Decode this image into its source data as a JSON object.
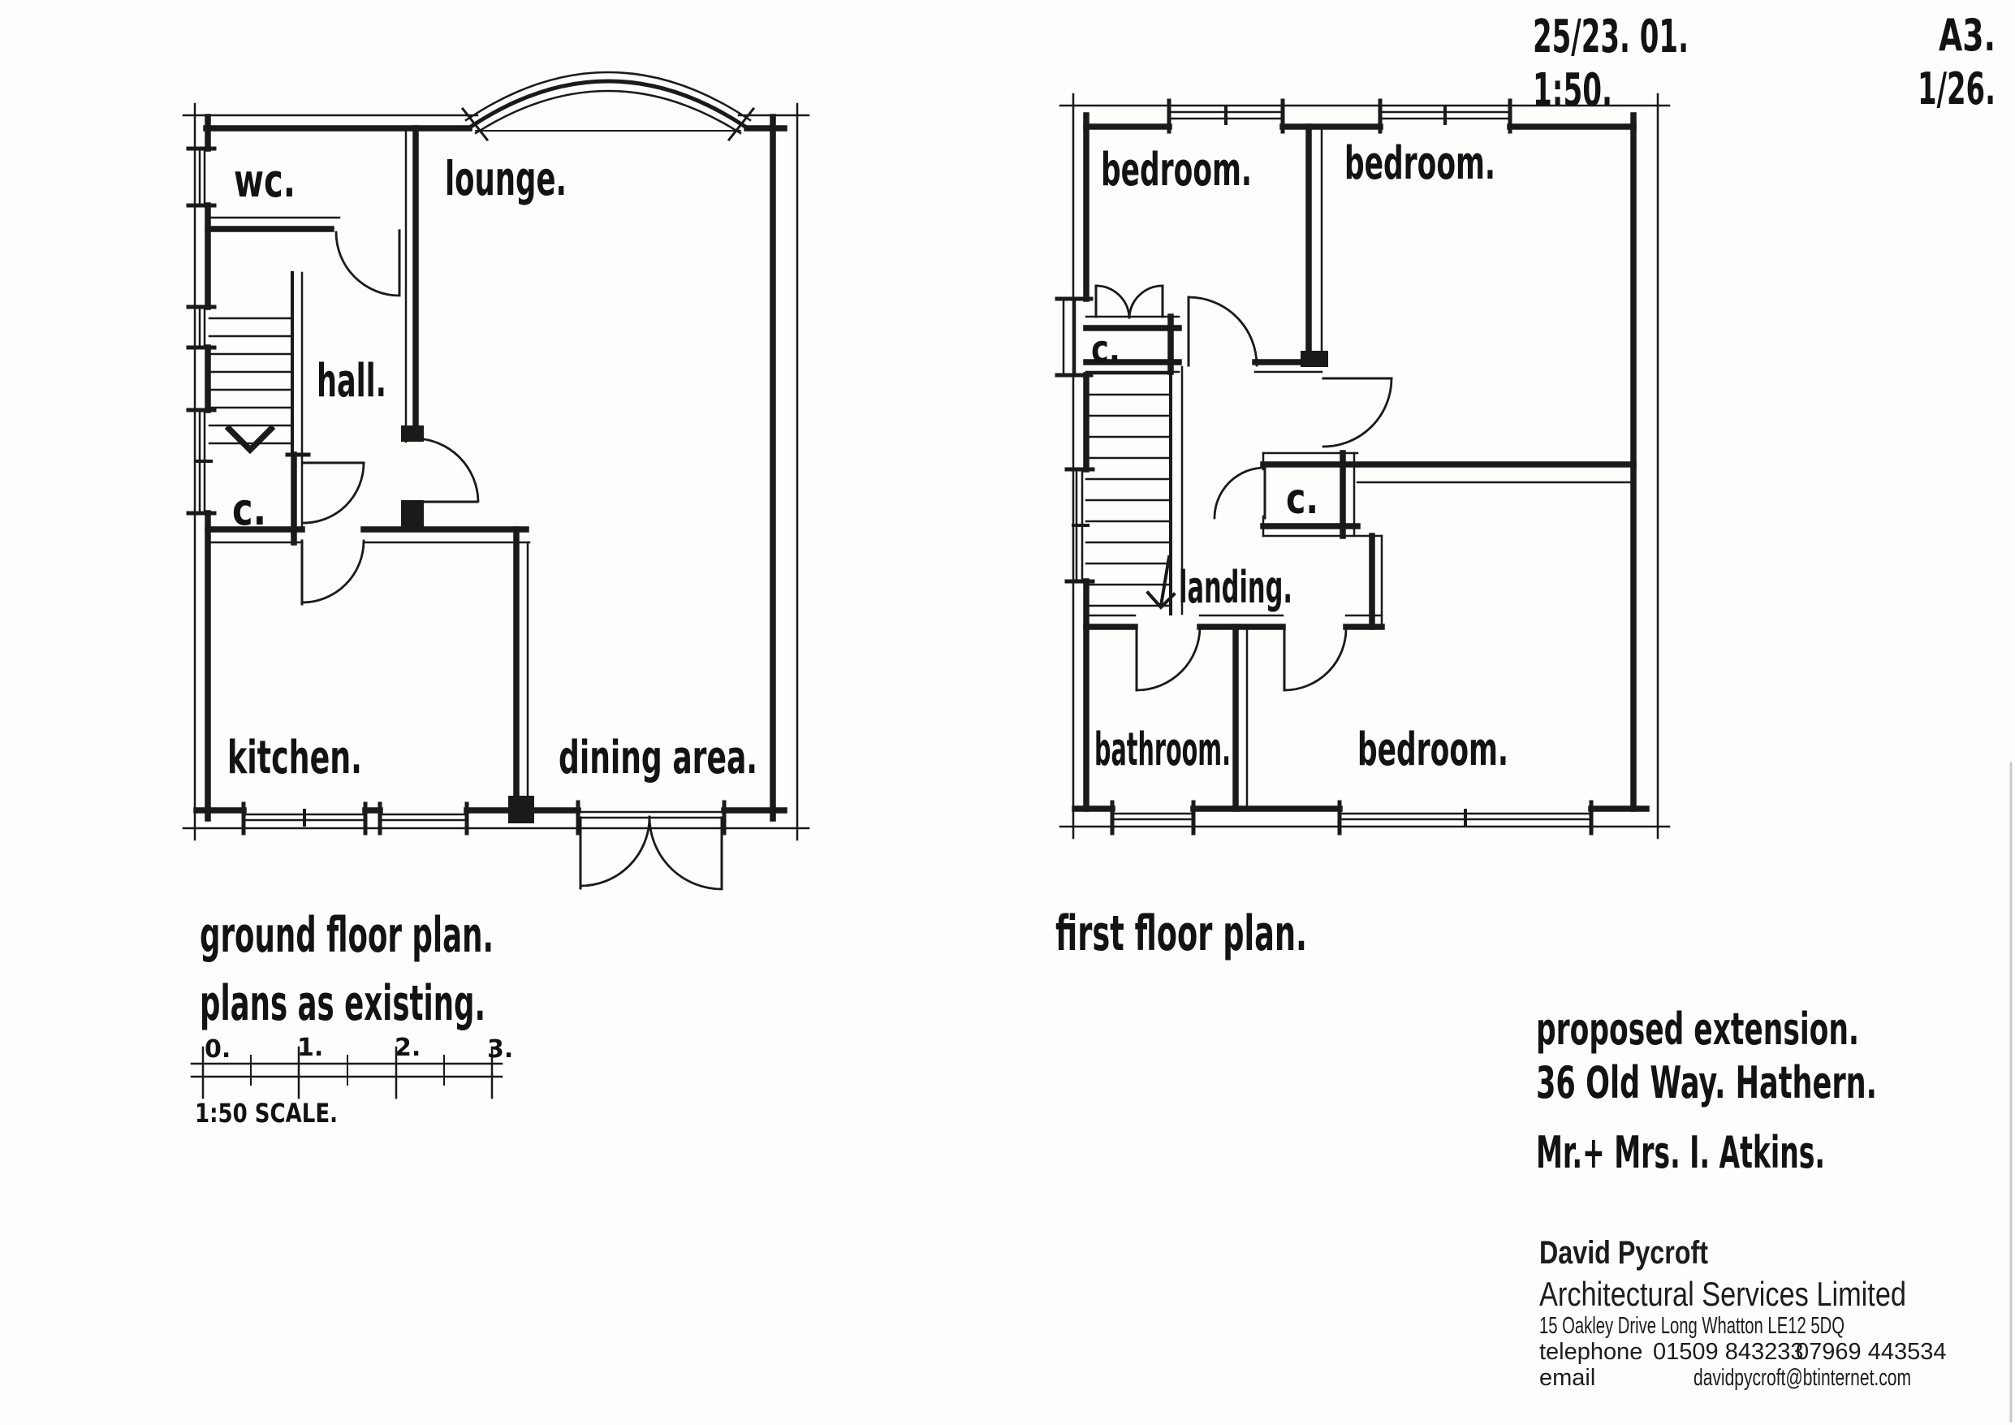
{
  "header": {
    "ref": "25/23. 01.",
    "scale": "1:50.",
    "size": "A3.",
    "sheet": "1/26."
  },
  "ground_floor": {
    "title": "ground floor plan.",
    "subtitle": "plans as existing.",
    "wc": "wc.",
    "lounge": "lounge.",
    "hall": "hall.",
    "cupboard": "c.",
    "kitchen": "kitchen.",
    "dining": "dining area."
  },
  "first_floor": {
    "title": "first floor plan.",
    "bedroom1": "bedroom.",
    "bedroom2": "bedroom.",
    "closet1": "c.",
    "closet2": "c.",
    "landing": "landing.",
    "bathroom": "bathroom.",
    "bedroom3": "bedroom."
  },
  "scale_bar": {
    "t0": "0.",
    "t1": "1.",
    "t2": "2.",
    "t3": "3.",
    "caption": "1:50 SCALE."
  },
  "project": {
    "title": "proposed extension.",
    "address": "36 Old Way. Hathern.",
    "client": "Mr.+ Mrs. I. Atkins."
  },
  "firm": {
    "name": "David Pycroft",
    "company": "Architectural Services Limited",
    "address": "15 Oakley Drive Long Whatton LE12 5DQ",
    "telephone_label": "telephone",
    "phone1": "01509 843233",
    "phone2": "07969 443534",
    "email_label": "email",
    "email": "davidpycroft@btinternet.com"
  }
}
